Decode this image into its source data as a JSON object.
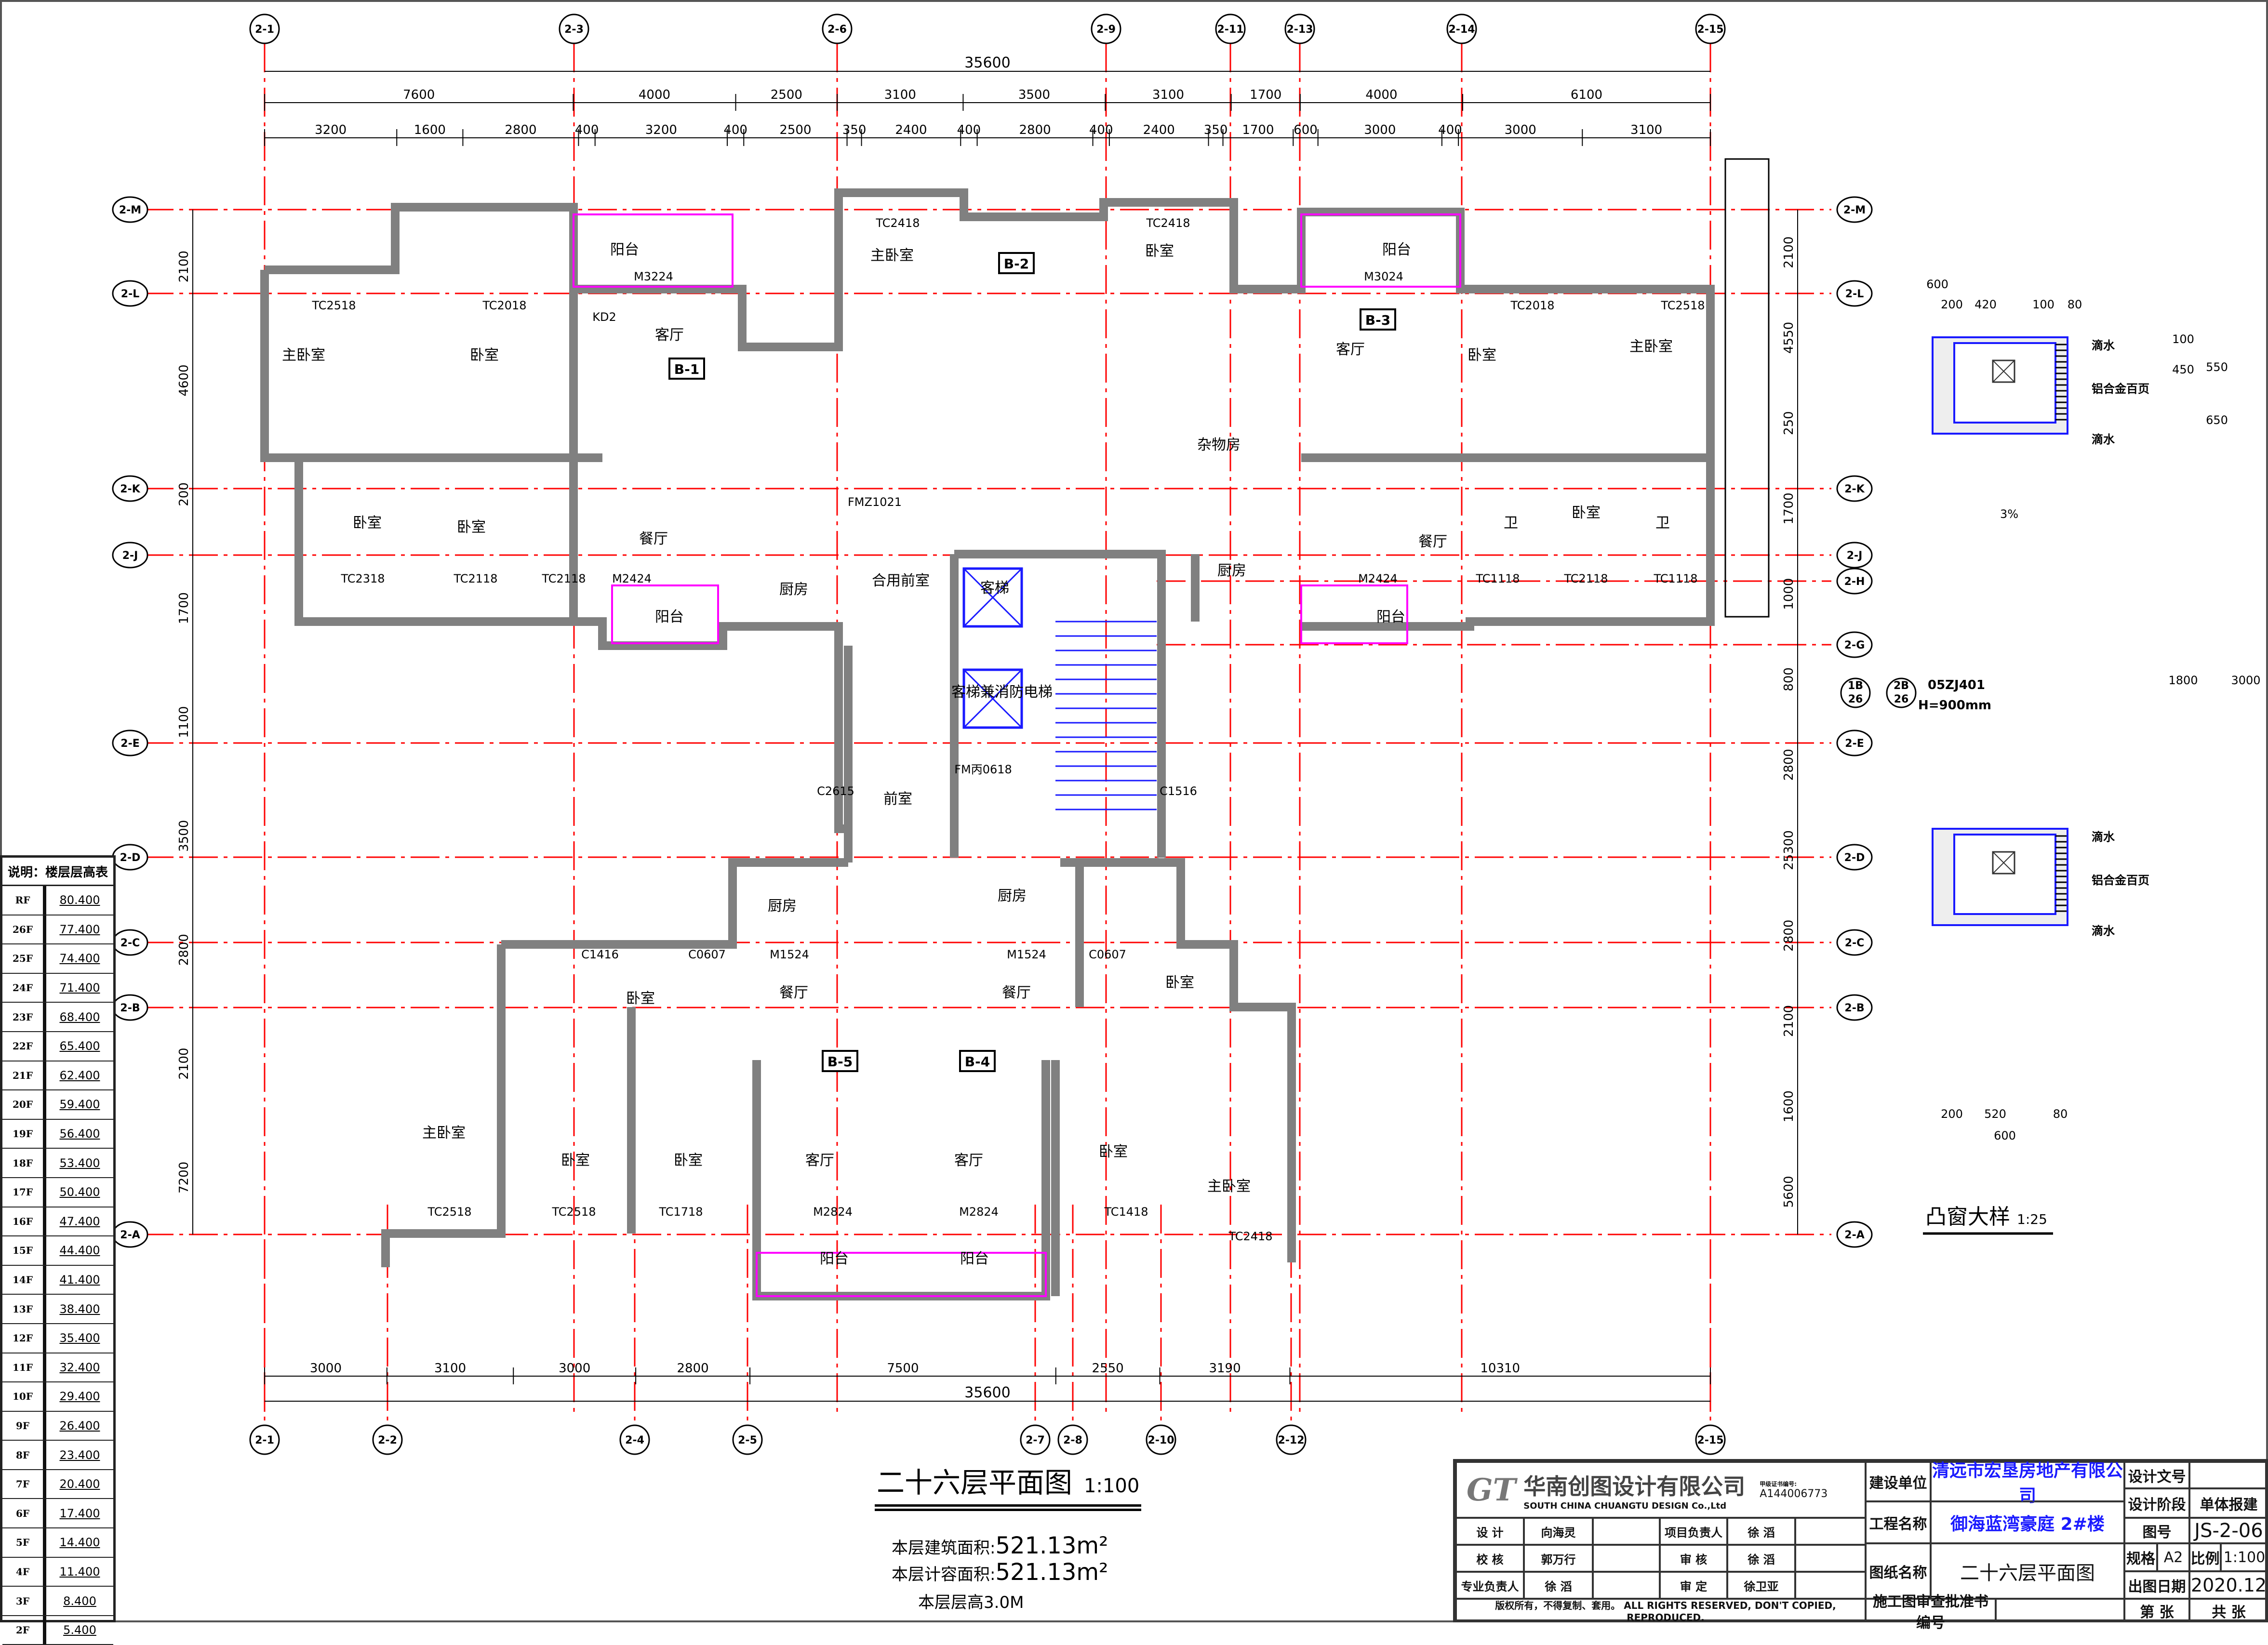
{
  "drawing": {
    "title": "二十六层平面图",
    "scale": "1:100",
    "area_build_label": "本层建筑面积:",
    "area_build_value": "521.13m²",
    "area_far_label": "本层计容面积:",
    "area_far_value": "521.13m²",
    "floor_height": "本层层高3.0M"
  },
  "axes": {
    "top": [
      "2-1",
      "2-3",
      "2-6",
      "2-9",
      "2-11",
      "2-13",
      "2-14",
      "2-15"
    ],
    "bottom": [
      "2-1",
      "2-2",
      "2-4",
      "2-5",
      "2-7",
      "2-8",
      "2-10",
      "2-12",
      "2-15"
    ],
    "side": [
      "2-M",
      "2-L",
      "2-K",
      "2-J",
      "2-E",
      "2-D",
      "2-C",
      "2-B",
      "2-A"
    ],
    "right_extra": [
      "2-H",
      "2-G"
    ]
  },
  "dimensions": {
    "total": "35600",
    "top_row1": [
      "7600",
      "4000",
      "2500",
      "3100",
      "3500",
      "3100",
      "1700",
      "4000",
      "6100"
    ],
    "top_row2": [
      "3200",
      "1600",
      "2800",
      "400",
      "3200",
      "400",
      "2500",
      "350",
      "2400",
      "400",
      "2800",
      "400",
      "2400",
      "350",
      "1700",
      "600",
      "3000",
      "400",
      "3000",
      "3100"
    ],
    "bottom_row": [
      "3000",
      "3100",
      "3000",
      "2800",
      "7500",
      "2550",
      "3190",
      "10310"
    ],
    "left_side": [
      "2100",
      "4600",
      "200",
      "1700",
      "1100",
      "3500",
      "2800",
      "2100",
      "7200"
    ],
    "right_side": [
      "2100",
      "4550",
      "250",
      "1700",
      "1000",
      "800",
      "2800",
      "25300",
      "2800",
      "2100",
      "1600",
      "5600"
    ]
  },
  "rooms": [
    "主卧室",
    "卧室",
    "客厅",
    "阳台",
    "主卧室",
    "卧室",
    "杂物房",
    "客厅",
    "阳台",
    "卧室",
    "主卧室",
    "卧室",
    "卧室",
    "餐厅",
    "厨房",
    "合用前室",
    "阳台",
    "餐厅",
    "厨房",
    "阳台",
    "卫",
    "卧室",
    "卫",
    "前室",
    "卧室",
    "餐厅",
    "厨房",
    "厨房",
    "餐厅",
    "卧室",
    "主卧室",
    "卧室",
    "卧室",
    "客厅",
    "客厅",
    "卧室",
    "主卧室",
    "阳台",
    "阳台",
    "客梯",
    "客梯兼消防电梯"
  ],
  "unit_tags": [
    "B-1",
    "B-2",
    "B-3",
    "B-5",
    "B-4"
  ],
  "openings": [
    "TC2518",
    "TC2018",
    "M3224",
    "KD2",
    "TC2418",
    "TC2418",
    "M3024",
    "TC2018",
    "TC2518",
    "TC2318",
    "TC2118",
    "TC2118",
    "M2424",
    "M2424",
    "TC1118",
    "TC2118",
    "TC1118",
    "C1416",
    "C0607",
    "M1524",
    "M1524",
    "C0607",
    "TC2518",
    "TC2518",
    "TC1718",
    "M2824",
    "M2824",
    "TC1418",
    "TC2418",
    "FMZ1021",
    "FM丙0618",
    "C2615",
    "C1516"
  ],
  "detail": {
    "title": "凸窗大样",
    "scale": "1:25",
    "labels": [
      "滴水",
      "铝合金百页",
      "滴水",
      "滴水",
      "铝合金百页",
      "滴水"
    ],
    "ref_a": "1B",
    "ref_a_sheet": "26",
    "ref_b": "2B",
    "ref_b_sheet": "26",
    "ref_std": "05ZJ401",
    "ref_h": "H=900mm",
    "dims": [
      "600",
      "200",
      "420",
      "100",
      "80",
      "200",
      "520",
      "80",
      "600",
      "550",
      "650",
      "1800",
      "3000",
      "450",
      "100"
    ],
    "slope": "3%"
  },
  "floor_table": {
    "header": "说明：楼层层高表",
    "rows": [
      {
        "floor": "RF",
        "elev": "80.400"
      },
      {
        "floor": "26F",
        "elev": "77.400"
      },
      {
        "floor": "25F",
        "elev": "74.400"
      },
      {
        "floor": "24F",
        "elev": "71.400"
      },
      {
        "floor": "23F",
        "elev": "68.400"
      },
      {
        "floor": "22F",
        "elev": "65.400"
      },
      {
        "floor": "21F",
        "elev": "62.400"
      },
      {
        "floor": "20F",
        "elev": "59.400"
      },
      {
        "floor": "19F",
        "elev": "56.400"
      },
      {
        "floor": "18F",
        "elev": "53.400"
      },
      {
        "floor": "17F",
        "elev": "50.400"
      },
      {
        "floor": "16F",
        "elev": "47.400"
      },
      {
        "floor": "15F",
        "elev": "44.400"
      },
      {
        "floor": "14F",
        "elev": "41.400"
      },
      {
        "floor": "13F",
        "elev": "38.400"
      },
      {
        "floor": "12F",
        "elev": "35.400"
      },
      {
        "floor": "11F",
        "elev": "32.400"
      },
      {
        "floor": "10F",
        "elev": "29.400"
      },
      {
        "floor": "9F",
        "elev": "26.400"
      },
      {
        "floor": "8F",
        "elev": "23.400"
      },
      {
        "floor": "7F",
        "elev": "20.400"
      },
      {
        "floor": "6F",
        "elev": "17.400"
      },
      {
        "floor": "5F",
        "elev": "14.400"
      },
      {
        "floor": "4F",
        "elev": "11.400"
      },
      {
        "floor": "3F",
        "elev": "8.400"
      },
      {
        "floor": "2F",
        "elev": "5.400"
      }
    ]
  },
  "title_block": {
    "logo": "GT",
    "company_cn": "华南创图设计有限公司",
    "company_en": "SOUTH CHINA CHUANGTU DESIGN Co.,Ltd",
    "cert_label": "甲级证书编号:",
    "cert_no": "A144006773",
    "client_label": "建设单位",
    "client": "清远市宏垦房地产有限公司",
    "project_label": "工程名称",
    "project": "御海蓝湾豪庭 2#楼",
    "drawing_name_label": "图纸名称",
    "drawing_name": "二十六层平面图",
    "approval_label": "施工图审查批准书编号",
    "doc_no_label": "设计文号",
    "stage_label": "设计阶段",
    "stage": "单体报建",
    "sheet_label": "图号",
    "sheet": "JS-2-06",
    "size_label": "规格",
    "size": "A2",
    "scale_label": "比例",
    "scale": "1:100",
    "date_label": "出图日期",
    "date": "2020.12",
    "page_label": "第 张",
    "total_label": "共 张",
    "copyright": "版权所有，不得复制、套用。 ALL RIGHTS RESERVED, DON'T COPIED, REPRODUCED.",
    "sign_rows": [
      {
        "role": "设 计",
        "name": "向海灵",
        "role2": "项目负责人",
        "name2": "徐 滔"
      },
      {
        "role": "校 核",
        "name": "郭万行",
        "role2": "审 核",
        "name2": "徐 滔"
      },
      {
        "role": "专业负责人",
        "name": "徐 滔",
        "role2": "审 定",
        "name2": "徐卫亚"
      }
    ]
  },
  "colors": {
    "axis": "#ff0000",
    "wall": "#808080",
    "accent": "#ff00ff",
    "window": "#00b0b0",
    "blue": "#1a1aff"
  }
}
